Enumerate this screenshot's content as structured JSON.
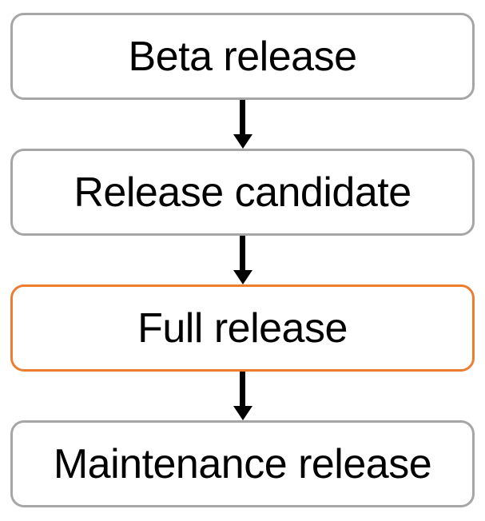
{
  "diagram": {
    "type": "flowchart",
    "direction": "top-to-bottom",
    "steps": [
      {
        "label": "Beta release",
        "highlighted": false
      },
      {
        "label": "Release candidate",
        "highlighted": false
      },
      {
        "label": "Full release",
        "highlighted": true
      },
      {
        "label": "Maintenance release",
        "highlighted": false
      }
    ],
    "connectors": [
      {
        "from": 0,
        "to": 1,
        "style": "arrow-down"
      },
      {
        "from": 1,
        "to": 2,
        "style": "arrow-down"
      },
      {
        "from": 2,
        "to": 3,
        "style": "arrow-down"
      }
    ],
    "colors": {
      "background": "#FFFFFF",
      "box_border": "#A6A6A6",
      "highlight_border": "#ED7D31",
      "arrow": "#000000",
      "text": "#000000"
    }
  }
}
